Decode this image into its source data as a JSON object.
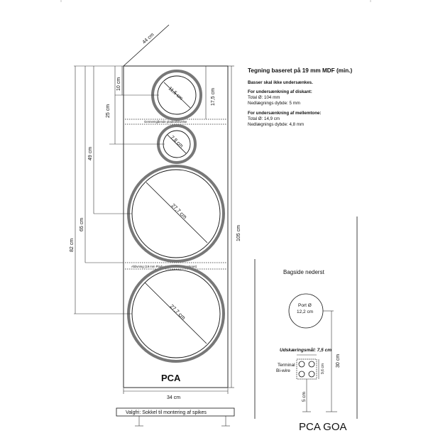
{
  "colors": {
    "line": "#111111",
    "ring": "#777777",
    "dim": "#333333"
  },
  "main_view": {
    "top_depth_label": "44 cm",
    "dim_10": "10 cm",
    "dim_17_5": "17,5 cm",
    "dim_25": "25 cm",
    "dim_49": "49 cm",
    "dim_65": "65 cm",
    "dim_82": "82 cm",
    "dim_105": "105 cm",
    "width_label": "34 cm",
    "tweeter_label": "11,5 cm",
    "midrange_label": "7,8 cm",
    "woofer_top_label": "27,7 cm",
    "woofer_bottom_label": "27,7 cm",
    "through_plate_label": "Gennemgående pladeafstivelse",
    "divider_label": "Afdivning (19 mm Plade med Ø 26 cm centreret)",
    "brand": "PCA"
  },
  "notes": {
    "heading": "Tegning baseret på 19 mm MDF (min.)",
    "no_recess": "Basser skal ikke undersænkes.",
    "dome_title": "For undersænkning af diskant:",
    "dome_diameter": "Total Ø: 104 mm",
    "dome_depth": "Nedlægnings dybde: 5 mm",
    "mid_title": "For undersænkning af mellemtone:",
    "mid_diameter": "Total Ø: 14,9 cm",
    "mid_depth": "Nedlægnings dybde: 4,8 mm"
  },
  "back_view": {
    "title": "Bagside nederst",
    "port_label": "Port Ø",
    "port_size": "12,2 cm",
    "cutout_label": "Udskæringsmål: 7,5 cm",
    "cutout_height": "9,6 cm",
    "terminal_label": "Terminal",
    "biwire_label": "Bi-wire",
    "dim_30": "30 cm",
    "dim_5": "5 cm"
  },
  "footer": {
    "plinth_note": "Valgfri: Sokkel til montering af spikes",
    "title": "PCA GOA"
  }
}
